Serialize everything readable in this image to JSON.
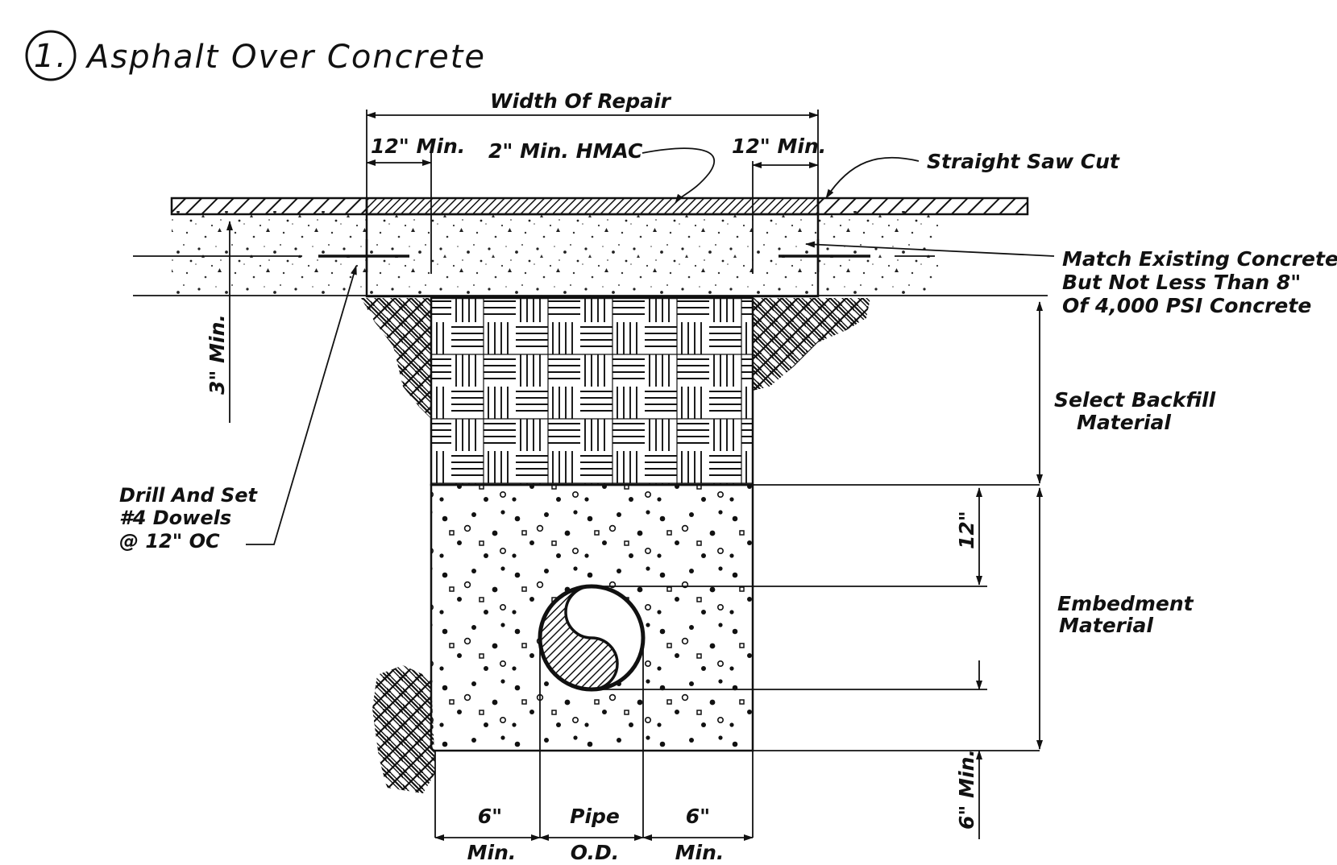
{
  "title": {
    "number": "1.",
    "text": "Asphalt Over Concrete"
  },
  "dimensions": {
    "width_of_repair": "Width Of Repair",
    "min_12_left": "12\" Min.",
    "min_12_right": "12\" Min.",
    "min_3": "3\" Min.",
    "dim_12": "12\"",
    "min_6_vertical": "6\" Min.",
    "bottom_left_top": "6\"",
    "bottom_left_bottom": "Min.",
    "bottom_mid_top": "Pipe",
    "bottom_mid_bottom": "O.D.",
    "bottom_right_top": "6\"",
    "bottom_right_bottom": "Min."
  },
  "callouts": {
    "hmac": "2\" Min. HMAC",
    "saw_cut": "Straight Saw Cut",
    "match_line1": "Match Existing Concrete",
    "match_line2": "But Not Less Than 8\"",
    "match_line3": "Of 4,000 PSI Concrete",
    "backfill_line1": "Select Backfill",
    "backfill_line2": "Material",
    "embed_line1": "Embedment",
    "embed_line2": "Material",
    "dowel_line1": "Drill And Set",
    "dowel_line2": "#4 Dowels",
    "dowel_line3": "@ 12\" OC"
  }
}
